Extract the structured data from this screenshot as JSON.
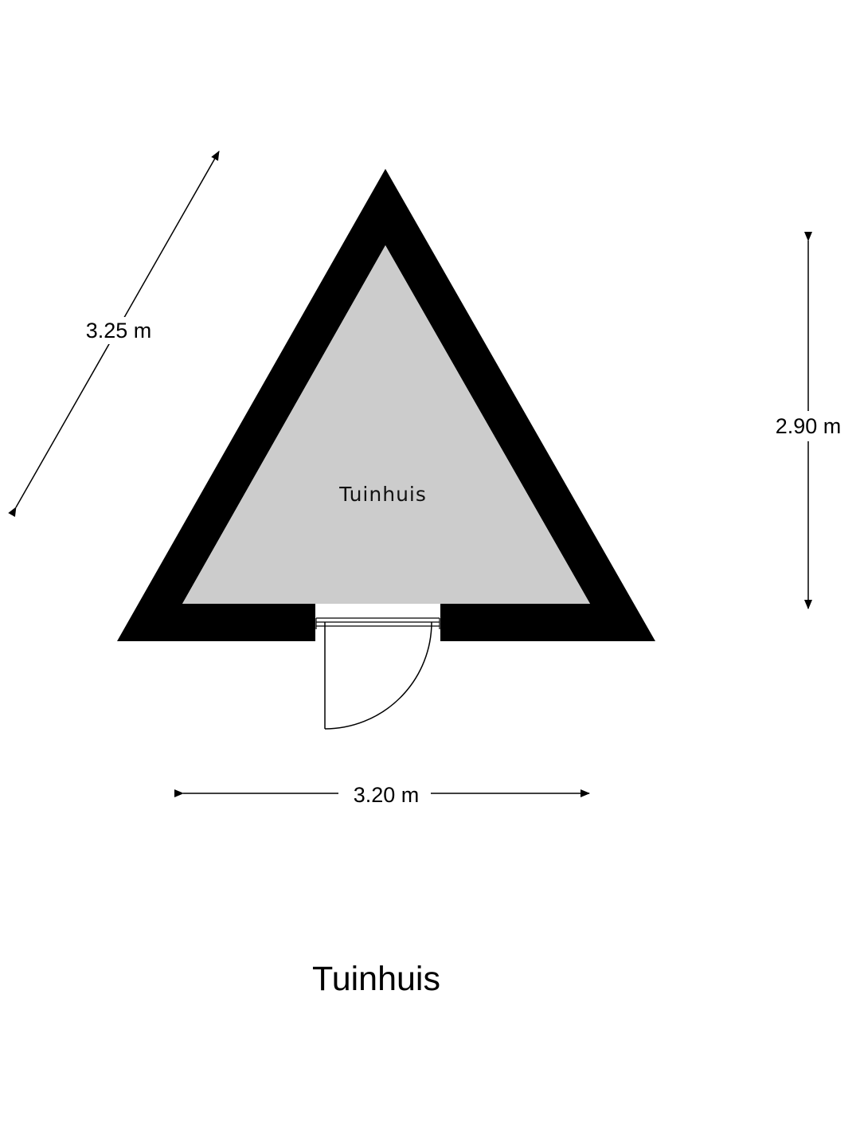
{
  "plan": {
    "title": "Tuinhuis",
    "room": {
      "label": "Tuinhuis"
    },
    "dimensions": {
      "left_side": "3.25 m",
      "height": "2.90 m",
      "width": "3.20 m"
    },
    "colors": {
      "wall": "#000000",
      "floor": "#cccccc",
      "background": "#ffffff"
    }
  }
}
